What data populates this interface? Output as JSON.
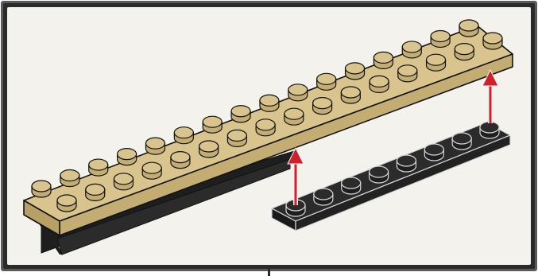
{
  "instruction_panel": {
    "step_description": "",
    "parts": [
      {
        "name": "tan-plate-2x16",
        "color": "#d8c48c",
        "studs_long": 16,
        "studs_wide": 2
      },
      {
        "name": "black-plate-1x8",
        "color": "#2b2b2b",
        "studs_long": 8,
        "studs_wide": 1
      }
    ],
    "arrow_color": "#d0202a",
    "arrow_count": 2,
    "panel_background": "#f3f2ec",
    "border_color": "#2a2a2a"
  }
}
